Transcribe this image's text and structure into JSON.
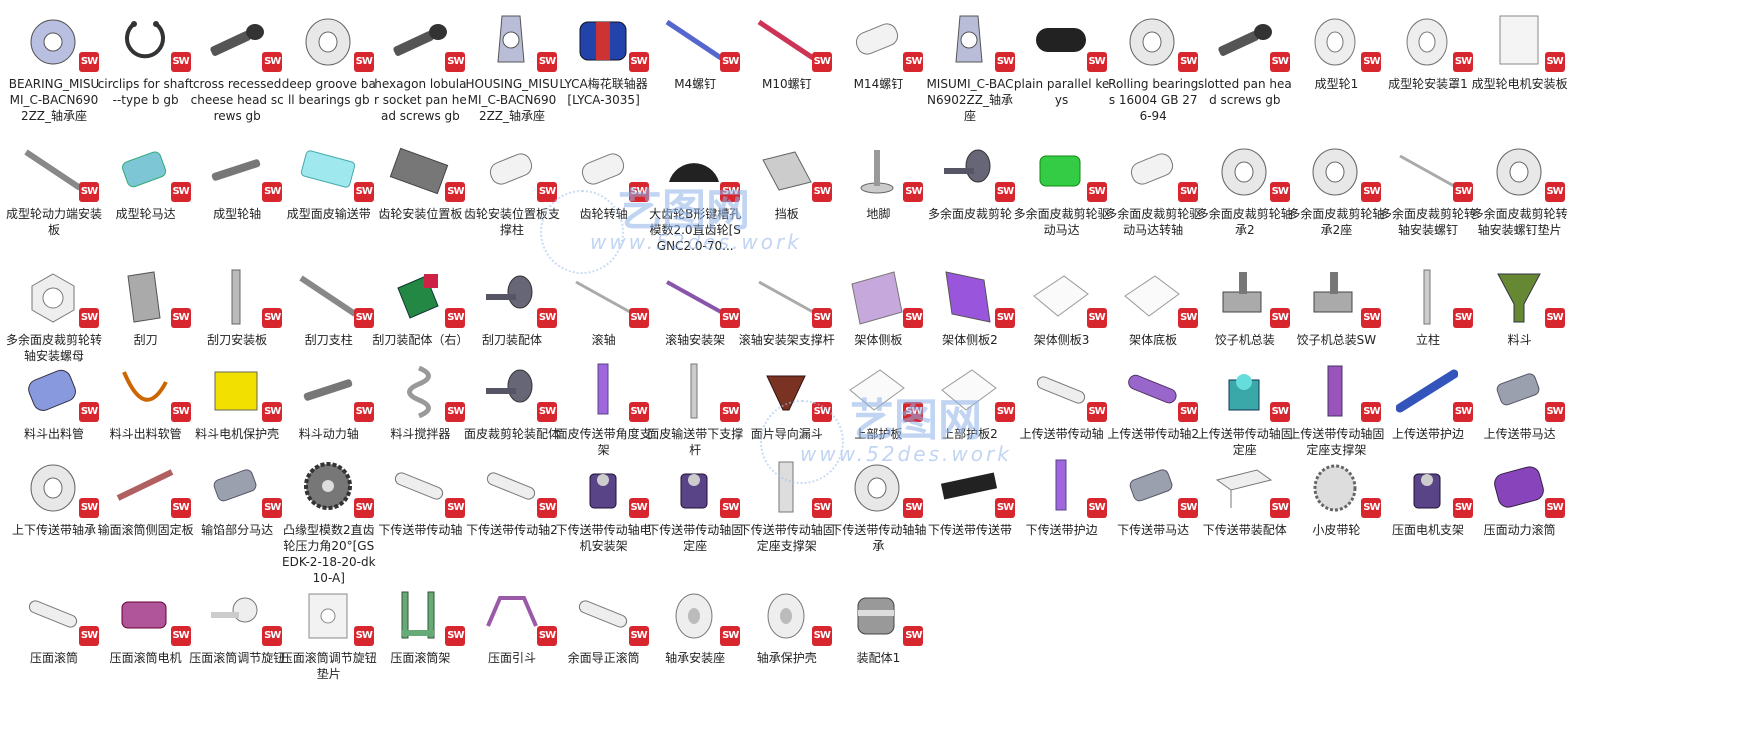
{
  "watermark": {
    "cn": "艺图网",
    "url": "www.52des.work"
  },
  "badge": "SW",
  "items": [
    {
      "label": "BEARING_MISUMI_C-BACN6902ZZ_轴承座",
      "icon": "bearing"
    },
    {
      "label": "circlips for shaft--type b gb",
      "icon": "circlip"
    },
    {
      "label": "cross recessed cheese head screws gb",
      "icon": "screw"
    },
    {
      "label": "deep groove ball bearings gb",
      "icon": "ring"
    },
    {
      "label": "hexagon lobular socket pan head screws gb",
      "icon": "screw"
    },
    {
      "label": "HOUSING_MISUMI_C-BACN6902ZZ_轴承座",
      "icon": "housing"
    },
    {
      "label": "LYCA梅花联轴器[LYCA-3035]",
      "icon": "coupling"
    },
    {
      "label": "M4螺钉",
      "icon": "rod-blue"
    },
    {
      "label": "M10螺钉",
      "icon": "rod-red"
    },
    {
      "label": "M14螺钉",
      "icon": "cylinder"
    },
    {
      "label": "MISUMI_C-BACN6902ZZ_轴承座",
      "icon": "housing"
    },
    {
      "label": "plain parallel keys",
      "icon": "key"
    },
    {
      "label": "Rolling bearings 16004 GB 276-94",
      "icon": "ring"
    },
    {
      "label": "slotted pan head screws gb",
      "icon": "screw"
    },
    {
      "label": "成型轮1",
      "icon": "wheel"
    },
    {
      "label": "成型轮安装罩1",
      "icon": "wheel"
    },
    {
      "label": "成型轮电机安装板",
      "icon": "plate"
    },
    {
      "label": "成型轮动力端安装板",
      "icon": "bar"
    },
    {
      "label": "成型轮马达",
      "icon": "motor-teal"
    },
    {
      "label": "成型轮轴",
      "icon": "shaft"
    },
    {
      "label": "成型面皮输送带",
      "icon": "belt-cyan"
    },
    {
      "label": "齿轮安装位置板",
      "icon": "plate-dark"
    },
    {
      "label": "齿轮安装位置板支撑柱",
      "icon": "cylinder"
    },
    {
      "label": "齿轮转轴",
      "icon": "cylinder"
    },
    {
      "label": "大齿轮B形键槽孔模数2.0直齿轮[SGNC2.0-70...",
      "icon": "gear-dark"
    },
    {
      "label": "挡板",
      "icon": "bracket"
    },
    {
      "label": "地脚",
      "icon": "foot"
    },
    {
      "label": "多余面皮裁剪轮",
      "icon": "assembly"
    },
    {
      "label": "多余面皮裁剪轮驱动马达",
      "icon": "motor-green"
    },
    {
      "label": "多余面皮裁剪轮驱动马达转轴",
      "icon": "cylinder"
    },
    {
      "label": "多余面皮裁剪轮轴承2",
      "icon": "ring"
    },
    {
      "label": "多余面皮裁剪轮轴承2座",
      "icon": "ring"
    },
    {
      "label": "多余面皮裁剪轮转轴安装螺钉",
      "icon": "rod"
    },
    {
      "label": "多余面皮裁剪轮转轴安装螺钉垫片",
      "icon": "ring"
    },
    {
      "label": "多余面皮裁剪轮转轴安装螺母",
      "icon": "nut"
    },
    {
      "label": "刮刀",
      "icon": "blade"
    },
    {
      "label": "刮刀安装板",
      "icon": "strip"
    },
    {
      "label": "刮刀支柱",
      "icon": "bar"
    },
    {
      "label": "刮刀装配体（右）",
      "icon": "assembly-green"
    },
    {
      "label": "刮刀装配体",
      "icon": "assembly"
    },
    {
      "label": "滚轴",
      "icon": "rod"
    },
    {
      "label": "滚轴安装架",
      "icon": "rod-purple"
    },
    {
      "label": "滚轴安装架支撑杆",
      "icon": "rod"
    },
    {
      "label": "架体侧板",
      "icon": "panel-purple"
    },
    {
      "label": "架体侧板2",
      "icon": "panel-violet"
    },
    {
      "label": "架体侧板3",
      "icon": "panel-white"
    },
    {
      "label": "架体底板",
      "icon": "panel-white"
    },
    {
      "label": "饺子机总装",
      "icon": "machine"
    },
    {
      "label": "饺子机总装SW",
      "icon": "machine"
    },
    {
      "label": "立柱",
      "icon": "pole"
    },
    {
      "label": "料斗",
      "icon": "funnel"
    },
    {
      "label": "料斗出料管",
      "icon": "tube-blue"
    },
    {
      "label": "料斗出料软管",
      "icon": "hose"
    },
    {
      "label": "料斗电机保护壳",
      "icon": "box-yellow"
    },
    {
      "label": "料斗动力轴",
      "icon": "shaft"
    },
    {
      "label": "料斗搅拌器",
      "icon": "spiral"
    },
    {
      "label": "面皮裁剪轮装配体",
      "icon": "assembly"
    },
    {
      "label": "面皮传送带角度支架",
      "icon": "strip-purple"
    },
    {
      "label": "面皮输送带下支撑杆",
      "icon": "pole"
    },
    {
      "label": "面片导向漏斗",
      "icon": "funnel-brown"
    },
    {
      "label": "上部护板",
      "icon": "panel-white"
    },
    {
      "label": "上部护板2",
      "icon": "panel-white"
    },
    {
      "label": "上传送带传动轴",
      "icon": "roller"
    },
    {
      "label": "上传送带传动轴2",
      "icon": "roller-purple"
    },
    {
      "label": "上传送带传动轴固定座",
      "icon": "mount-teal"
    },
    {
      "label": "上传送带传动轴固定座支撑架",
      "icon": "column-purple"
    },
    {
      "label": "上传送带护边",
      "icon": "strip-blue"
    },
    {
      "label": "上传送带马达",
      "icon": "motor"
    },
    {
      "label": "上下传送带轴承",
      "icon": "ring"
    },
    {
      "label": "输面滚筒侧固定板",
      "icon": "bar-red"
    },
    {
      "label": "输馅部分马达",
      "icon": "motor"
    },
    {
      "label": "凸缘型模数2直齿轮压力角20°[GSEDK-2-18-20-dk10-A]",
      "icon": "gear"
    },
    {
      "label": "下传送带传动轴",
      "icon": "roller"
    },
    {
      "label": "下传送带传动轴2",
      "icon": "roller"
    },
    {
      "label": "下传送带传动轴电机安装架",
      "icon": "mount-purple"
    },
    {
      "label": "下传送带传动轴固定座",
      "icon": "mount-purple"
    },
    {
      "label": "下传送带传动轴固定座支撑架",
      "icon": "column"
    },
    {
      "label": "下传送带传动轴轴承",
      "icon": "ring"
    },
    {
      "label": "下传送带传送带",
      "icon": "belt-black"
    },
    {
      "label": "下传送带护边",
      "icon": "strip-purple"
    },
    {
      "label": "下传送带马达",
      "icon": "motor"
    },
    {
      "label": "下传送带装配体",
      "icon": "table"
    },
    {
      "label": "小皮带轮",
      "icon": "pulley"
    },
    {
      "label": "压面电机支架",
      "icon": "mount-purple"
    },
    {
      "label": "压面动力滚筒",
      "icon": "drum-purple"
    },
    {
      "label": "压面滚筒",
      "icon": "roller"
    },
    {
      "label": "压面滚筒电机",
      "icon": "motor-magenta"
    },
    {
      "label": "压面滚筒调节旋钮",
      "icon": "knob"
    },
    {
      "label": "压面滚筒调节旋钮垫片",
      "icon": "square-plate"
    },
    {
      "label": "压面滚筒架",
      "icon": "frame-green"
    },
    {
      "label": "压面引斗",
      "icon": "frame-purple"
    },
    {
      "label": "余面导正滚筒",
      "icon": "roller"
    },
    {
      "label": "轴承安装座",
      "icon": "disk"
    },
    {
      "label": "轴承保护壳",
      "icon": "disk"
    },
    {
      "label": "装配体1",
      "icon": "assembly-cyl"
    }
  ]
}
